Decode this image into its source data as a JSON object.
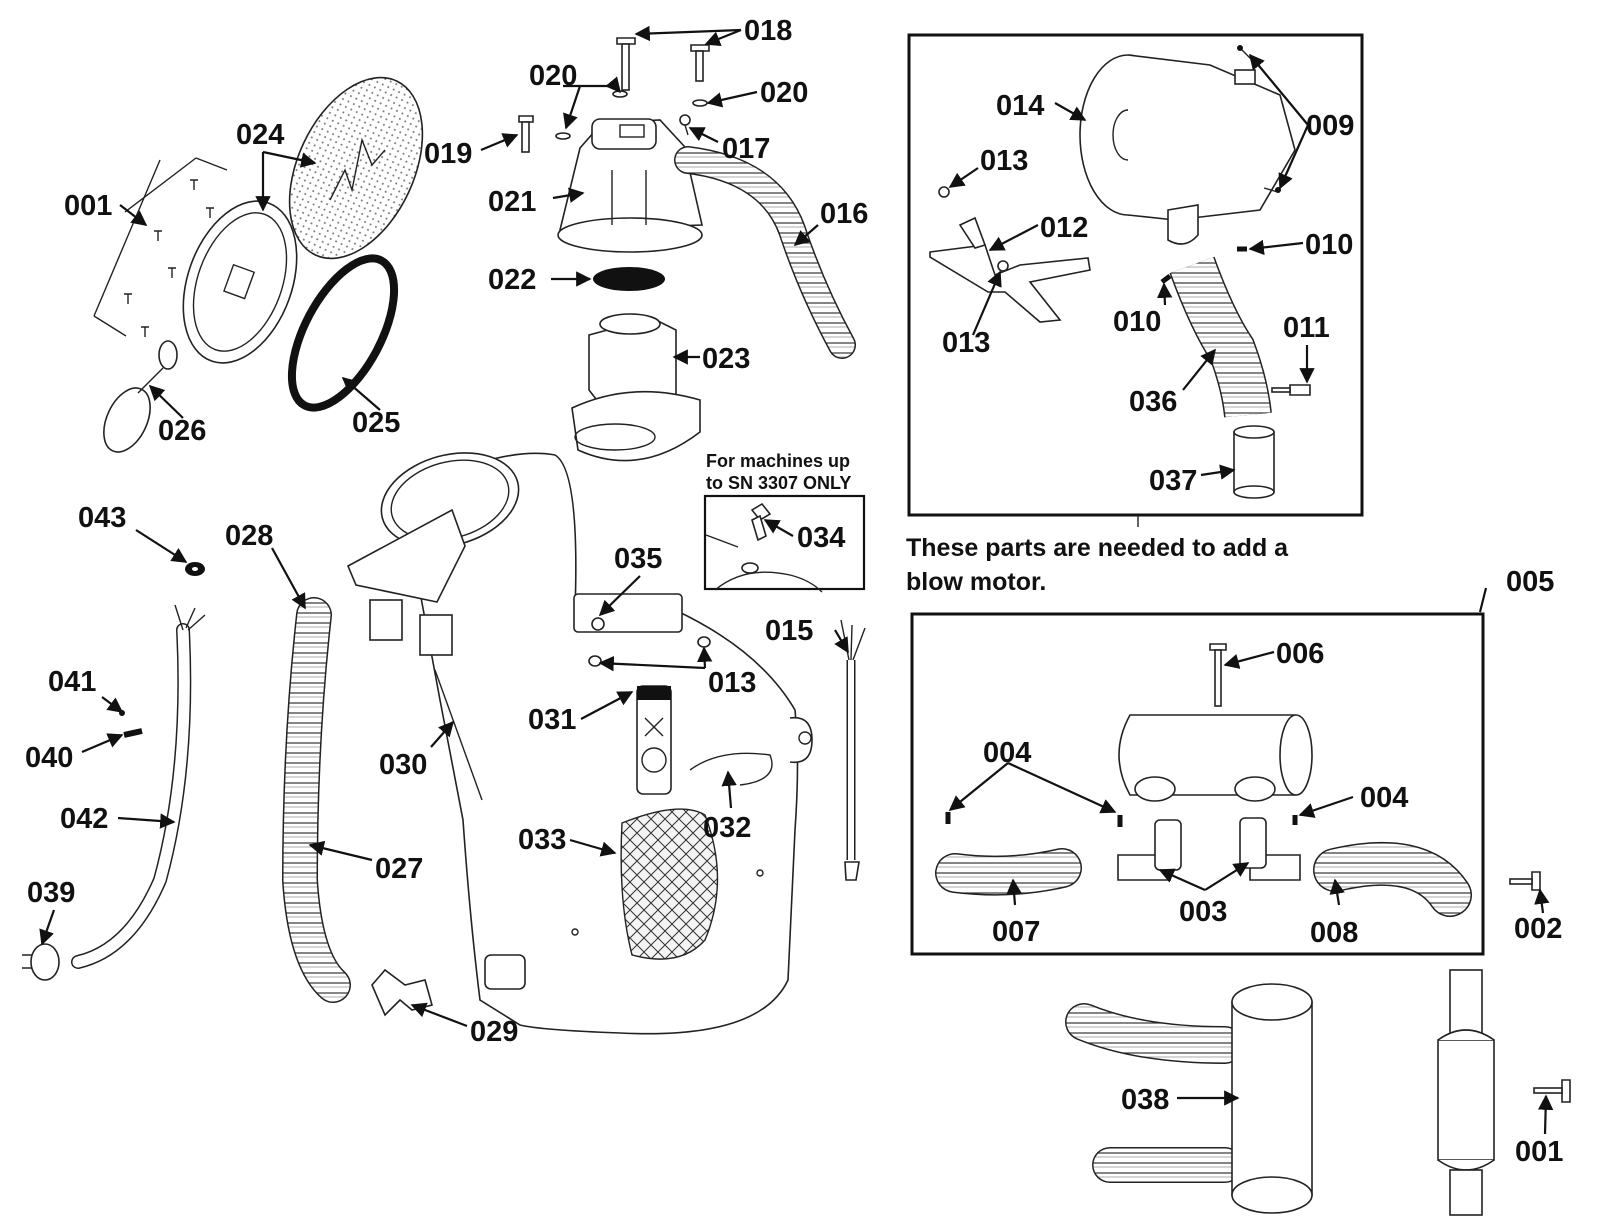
{
  "diagram": {
    "labels": {
      "p001a": "001",
      "p001b": "001",
      "p002": "002",
      "p003": "003",
      "p004a": "004",
      "p004b": "004",
      "p005": "005",
      "p006": "006",
      "p007": "007",
      "p008": "008",
      "p009": "009",
      "p010a": "010",
      "p010b": "010",
      "p011": "011",
      "p012": "012",
      "p013a": "013",
      "p013b": "013",
      "p013c": "013",
      "p014": "014",
      "p015": "015",
      "p016": "016",
      "p017": "017",
      "p018": "018",
      "p019": "019",
      "p020a": "020",
      "p020b": "020",
      "p021": "021",
      "p022": "022",
      "p023": "023",
      "p024": "024",
      "p025": "025",
      "p026": "026",
      "p027": "027",
      "p028": "028",
      "p029": "029",
      "p030": "030",
      "p031": "031",
      "p032": "032",
      "p033": "033",
      "p034": "034",
      "p035": "035",
      "p036": "036",
      "p037": "037",
      "p038": "038",
      "p039": "039",
      "p040": "040",
      "p041": "041",
      "p042": "042",
      "p043": "043"
    },
    "notes": {
      "sn_line1": "For machines up",
      "sn_line2": "to SN 3307 ONLY",
      "blow_line1": "These parts are needed  to add a",
      "blow_line2": "blow motor."
    }
  }
}
